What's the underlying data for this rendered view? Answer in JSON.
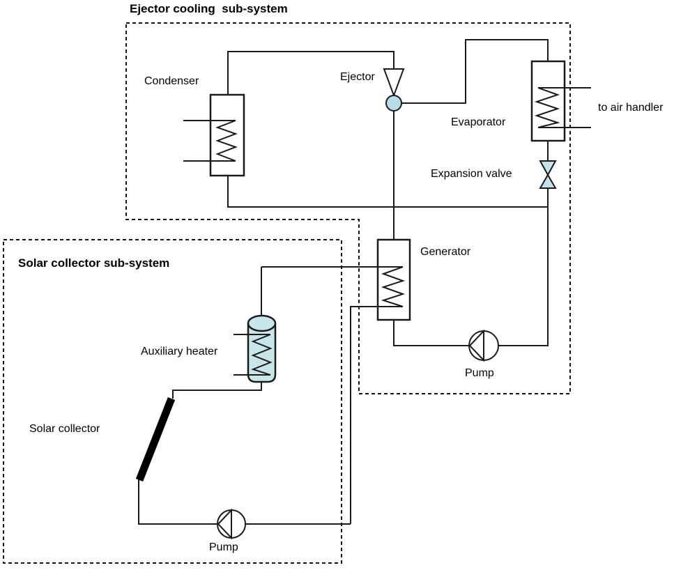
{
  "diagram": {
    "titles": {
      "ejector_subsystem": "Ejector cooling  sub-system",
      "solar_subsystem": "Solar collector sub-system"
    },
    "components": {
      "condenser": "Condenser",
      "ejector": "Ejector",
      "evaporator": "Evaporator",
      "expansion_valve": "Expansion valve",
      "generator": "Generator",
      "pump_ejector": "Pump",
      "auxiliary_heater": "Auxiliary heater",
      "solar_collector": "Solar collector",
      "pump_solar": "Pump"
    },
    "annotations": {
      "to_air_handler": "to air handler"
    },
    "colors": {
      "line": "#1a1a1a",
      "background": "#ffffff",
      "ejector_circle_fill": "#b6dde5",
      "heater_fill": "#c8e6ea",
      "valve_fill": "#c2e3ea",
      "component_fill": "#ffffff"
    }
  }
}
